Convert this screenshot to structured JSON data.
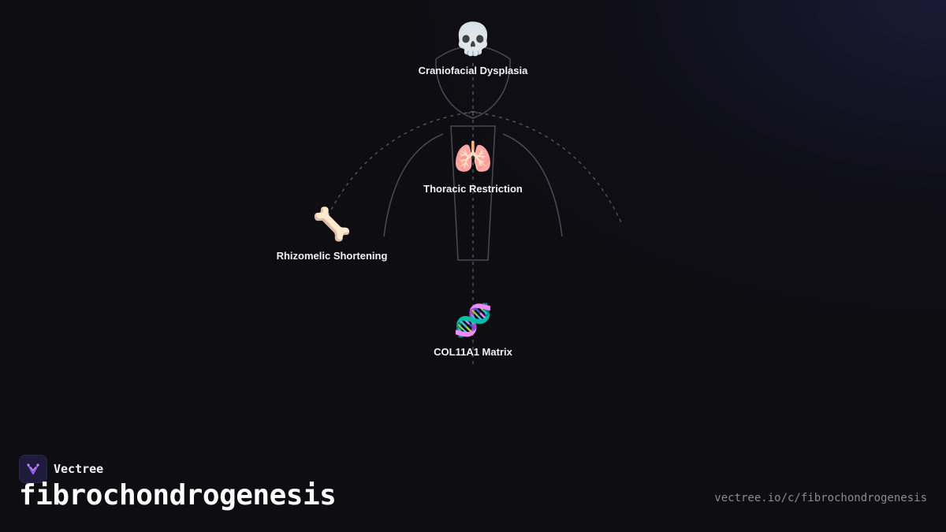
{
  "diagram": {
    "nodes": [
      {
        "id": "head",
        "icon": "skull-icon",
        "emoji": "💀",
        "label": "Craniofacial Dysplasia"
      },
      {
        "id": "thorax",
        "icon": "lungs-icon",
        "emoji": "🫁",
        "label": "Thoracic Restriction"
      },
      {
        "id": "limb",
        "icon": "bone-icon",
        "emoji": "🦴",
        "label": "Rhizomelic Shortening"
      },
      {
        "id": "gene",
        "icon": "dna-icon",
        "emoji": "🧬",
        "label": "COL11A1 Matrix"
      }
    ]
  },
  "brand": {
    "name": "Vectree",
    "logo_color": "#9b5cf6"
  },
  "title": "fibrochondrogenesis",
  "url": "vectree.io/c/fibrochondrogenesis",
  "colors": {
    "background": "#0e0d12",
    "text": "#ffffff",
    "muted": "#8a8a92"
  }
}
